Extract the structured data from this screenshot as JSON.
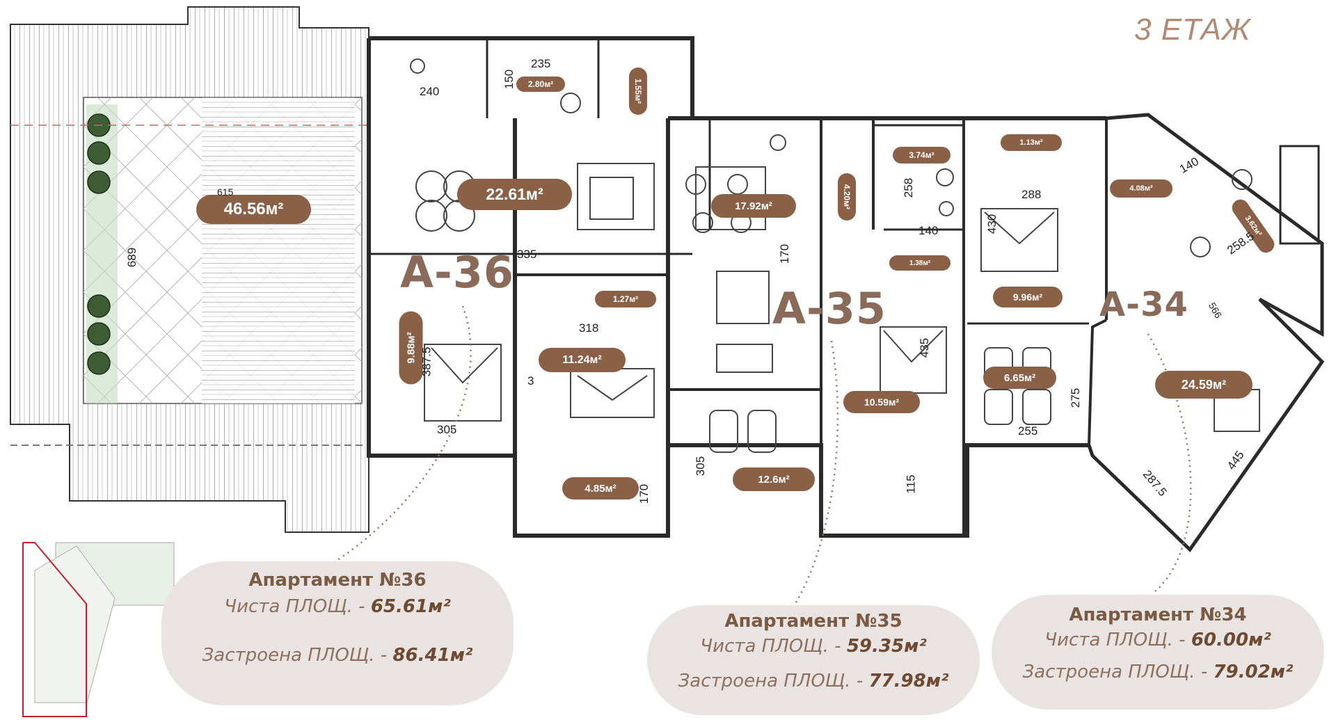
{
  "floor": {
    "title": "3 ЕТАЖ"
  },
  "units": [
    {
      "label": "А-36"
    },
    {
      "label": "А-35"
    },
    {
      "label": "А-34"
    }
  ],
  "room_areas": [
    "46.56м²",
    "22.61м²",
    "2.80м²",
    "1.55м²",
    "9.88м²",
    "11.24м²",
    "1.27м²",
    "4.85м²",
    "17.92м²",
    "4.20м²",
    "3.74м²",
    "1.38м²",
    "10.59м²",
    "12.6м²",
    "1.13м²",
    "9.96м²",
    "6.65м²",
    "4.08м²",
    "3.62м²",
    "24.59м²"
  ],
  "dimensions": [
    "235",
    "240",
    "150",
    "615",
    "689",
    "335",
    "318",
    "305",
    "387.5",
    "3",
    "170",
    "305",
    "115",
    "170",
    "258",
    "140",
    "288",
    "430",
    "435",
    "275",
    "255",
    "140",
    "258.5",
    "566",
    "287.5",
    "445"
  ],
  "apartments": [
    {
      "title": "Апартамент №36",
      "net_label": "Чиста ПЛОЩ. -",
      "net_value": "65.61м²",
      "gross_label": "Застроена ПЛОЩ. -",
      "gross_value": "86.41м²"
    },
    {
      "title": "Апартамент №35",
      "net_label": "Чиста ПЛОЩ. -",
      "net_value": "59.35м²",
      "gross_label": "Застроена ПЛОЩ. -",
      "gross_value": "77.98м²"
    },
    {
      "title": "Апартамент №34",
      "net_label": "Чиста ПЛОЩ. -",
      "net_value": "60.00м²",
      "gross_label": "Застроена ПЛОЩ. -",
      "gross_value": "79.02м²"
    }
  ],
  "colors": {
    "pill": "#8a6146",
    "accent_text": "#8a6a58",
    "card_bg": "#e9e4e1",
    "wall": "#2a2a2a"
  }
}
